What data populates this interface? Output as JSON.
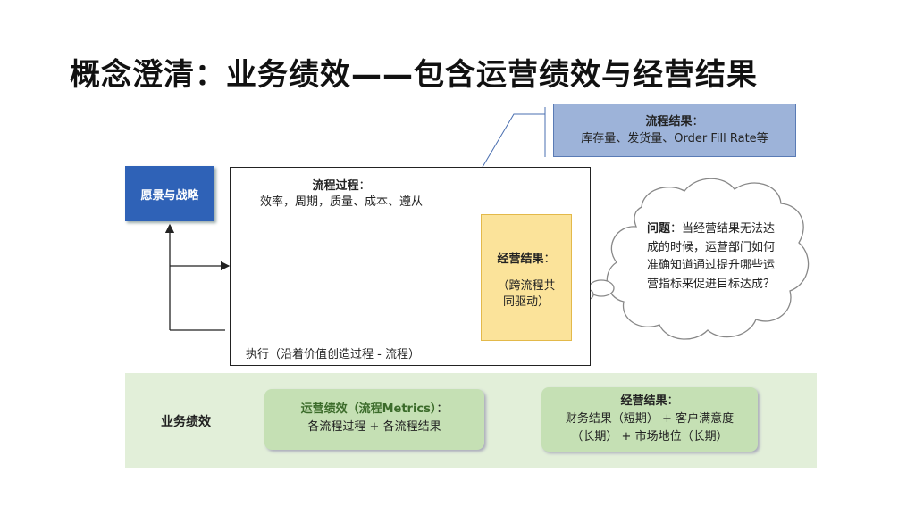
{
  "title": "概念澄清：业务绩效——包含运营绩效与经营结果",
  "flow_result": {
    "heading": "流程结果",
    "colon": "：",
    "text": "库存量、发货量、Order Fill  Rate等"
  },
  "vision": {
    "label": "愿景与战略"
  },
  "process": {
    "heading": "流程过程",
    "colon": "：",
    "items": "效率，周期，质量、成本、遵从"
  },
  "execution": {
    "label": "执行（沿着价值创造过程 - 流程）"
  },
  "ops_result": {
    "heading": "经营结果",
    "colon": "：",
    "line1": "（跨流程共",
    "line2": "同驱动）"
  },
  "question": {
    "heading": "问题",
    "text": "：当经营结果无法达成的时候，运营部门如何准确知道通过提升哪些运营指标来促进目标达成？"
  },
  "performance": {
    "label": "业务绩效",
    "ops_perf": {
      "heading": "运营绩效（流程Metrics）",
      "colon": "：",
      "text": "各流程过程 + 各流程结果"
    },
    "biz_result": {
      "heading": "经营结果",
      "colon": "：",
      "line1": "财务结果（短期） + 客户满意度",
      "line2": "（长期） + 市场地位（长期）"
    }
  },
  "colors": {
    "vision": "#2f62b7",
    "flow_result": "#9db3d9",
    "ops_result": "#fbe39a",
    "band": "#e2efd9",
    "green_box": "#c5e0b4",
    "arrow": "#ed7d31",
    "pipe": "#cfe0f3"
  }
}
